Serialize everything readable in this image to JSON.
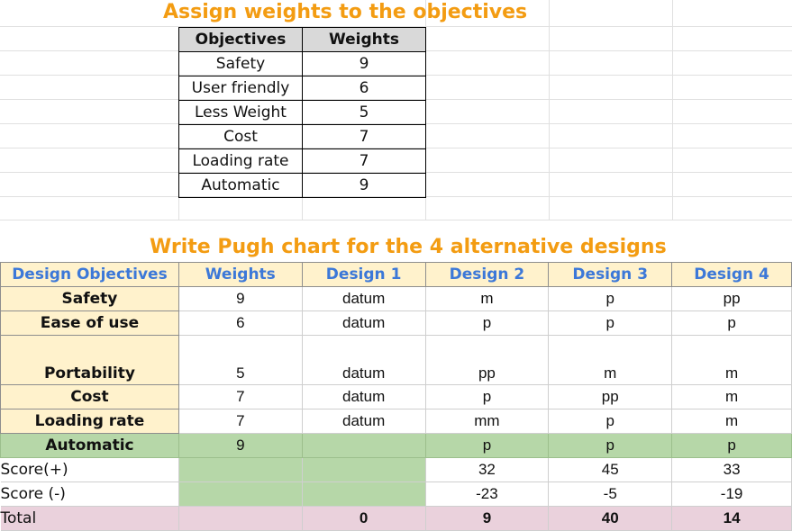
{
  "weights_section": {
    "title": "Assign weights to the objectives",
    "headers": [
      "Objectives",
      "Weights"
    ],
    "rows": [
      {
        "objective": "Safety",
        "weight": "9"
      },
      {
        "objective": "User friendly",
        "weight": "6"
      },
      {
        "objective": "Less Weight",
        "weight": "5"
      },
      {
        "objective": "Cost",
        "weight": "7"
      },
      {
        "objective": "Loading rate",
        "weight": "7"
      },
      {
        "objective": "Automatic",
        "weight": "9"
      }
    ]
  },
  "pugh_section": {
    "title": "Write Pugh chart for the 4 alternative designs",
    "headers": [
      "Design Objectives",
      "Weights",
      "Design 1",
      "Design 2",
      "Design 3",
      "Design 4"
    ],
    "rows": [
      {
        "objective": "Safety",
        "weight": "9",
        "d1": "datum",
        "d2": "m",
        "d3": "p",
        "d4": "pp"
      },
      {
        "objective": "Ease of use",
        "weight": "6",
        "d1": "datum",
        "d2": "p",
        "d3": "p",
        "d4": "p"
      },
      {
        "objective": "Portability",
        "weight": "5",
        "d1": "datum",
        "d2": "pp",
        "d3": "m",
        "d4": "m"
      },
      {
        "objective": "Cost",
        "weight": "7",
        "d1": "datum",
        "d2": "p",
        "d3": "pp",
        "d4": "m"
      },
      {
        "objective": "Loading rate",
        "weight": "7",
        "d1": "datum",
        "d2": "mm",
        "d3": "p",
        "d4": "m"
      },
      {
        "objective": "Automatic",
        "weight": "9",
        "d1": "",
        "d2": "p",
        "d3": "p",
        "d4": "p"
      }
    ],
    "score_plus": {
      "label": "Score(+)",
      "d2": "32",
      "d3": "45",
      "d4": "33"
    },
    "score_minus": {
      "label": "Score (-)",
      "d2": "-23",
      "d3": "-5",
      "d4": "-19"
    },
    "total": {
      "label": "Total",
      "d1": "0",
      "d2": "9",
      "d3": "40",
      "d4": "14"
    }
  },
  "colors": {
    "title": "#f39c12",
    "header_text": "#3c78d8",
    "label_bg": "#fff2cc",
    "green_bg": "#b6d7a8",
    "total_bg": "#ead1dc",
    "gray_header": "#d9d9d9"
  }
}
